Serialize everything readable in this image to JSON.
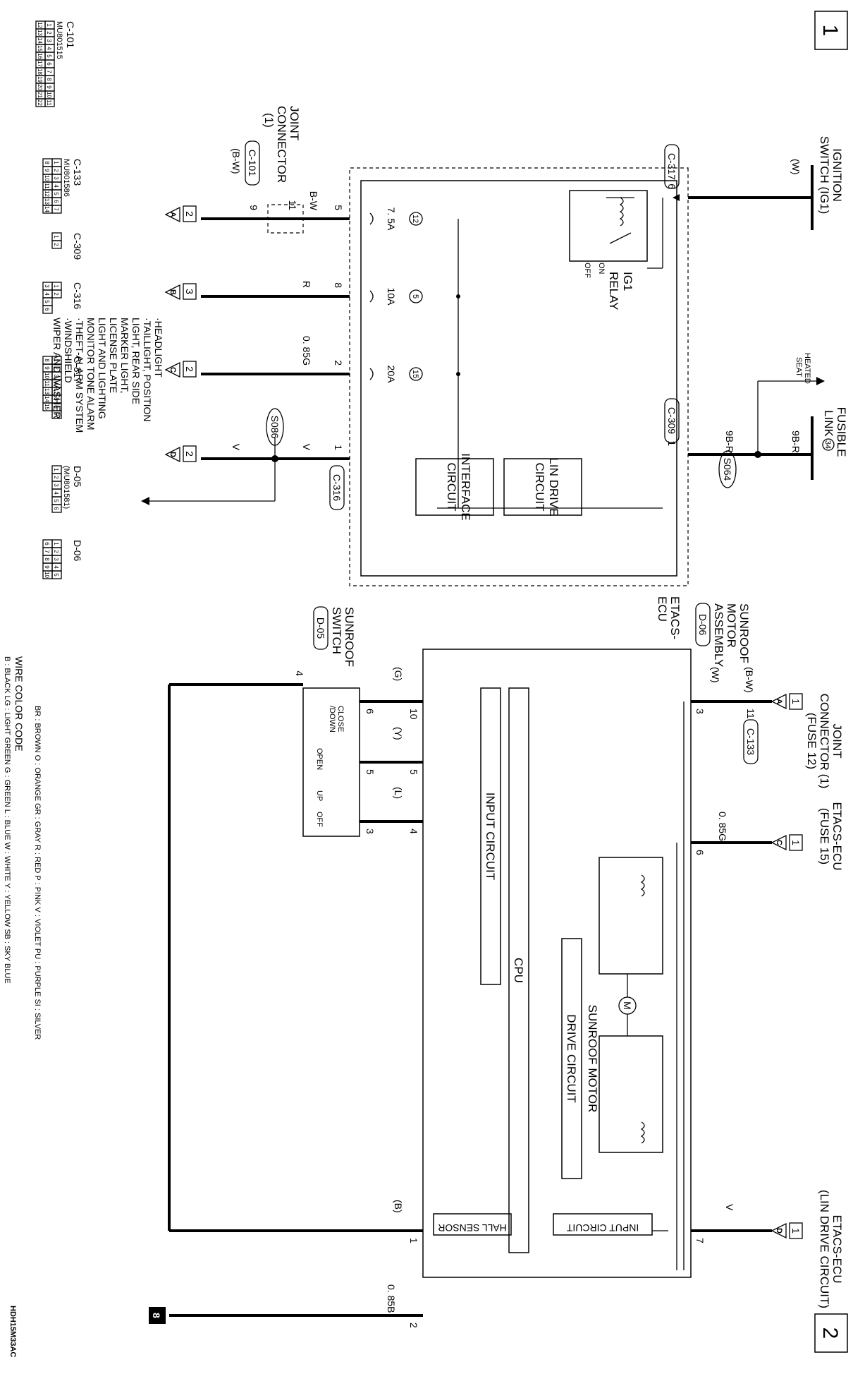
{
  "pages": {
    "left": "1",
    "right": "2"
  },
  "top": {
    "ignition_switch": [
      "IGNITION",
      "SWITCH (IG1)"
    ],
    "fusible_link": [
      "FUSIBLE",
      "LINK",
      "34"
    ],
    "heated_seat": [
      "HEATED",
      "SEAT"
    ],
    "etacs_ecu": [
      "ETACS-",
      "ECU"
    ],
    "ig1_relay": [
      "IG1",
      "RELAY"
    ],
    "relay_on": "ON",
    "relay_off": "OFF",
    "lin_drive": [
      "LIN DRIVE",
      "CIRCUIT"
    ],
    "interface": [
      "INTERFACE",
      "CIRCUIT"
    ],
    "joint_connector": [
      "JOINT",
      "CONNECTOR",
      "(1)"
    ],
    "joint_conn_id": "C-101",
    "joint_conn_wire": "(B-W)",
    "wire_w": "(W)",
    "wire_9br_top": "9B-R",
    "wire_9br": "9B-R",
    "wire_bw": "B-W",
    "wire_r": "R",
    "wire_085g": "0. 85G",
    "wire_v1": "V",
    "wire_v2": "V",
    "splice_s064": "S064",
    "splice_s086": "S086",
    "fuse12": {
      "num": "12",
      "rating": "7. 5A"
    },
    "fuse5": {
      "num": "5",
      "rating": "10A"
    },
    "fuse15": {
      "num": "15",
      "rating": "20A"
    },
    "pin6_c317": "6",
    "c317": "C-317",
    "pin1_c309": "1",
    "c309": "C-309",
    "pin1_c316": "1",
    "c316": "C-316",
    "pin5": "5",
    "pin8": "8",
    "pin2": "2",
    "pin11": "11",
    "pin9": "9",
    "arrows": [
      {
        "num": "2",
        "letter": "A"
      },
      {
        "num": "3",
        "letter": "B"
      },
      {
        "num": "2",
        "letter": "C"
      },
      {
        "num": "2",
        "letter": "D"
      }
    ],
    "feeds": [
      "·HEADLIGHT",
      "·TAILLIGHT, POSITION",
      "LIGHT, REAR SIDE",
      "MARKER LIGHT,",
      "LICENSE PLATE",
      "LIGHT AND LIGHTING",
      "MONITOR TONE ALARM",
      "·THEFT-ALARM SYSTEM",
      "·WINDSHIELD",
      "WIPER AND WASHER"
    ]
  },
  "bottom": {
    "joint_conn": [
      "JOINT",
      "CONNECTOR (1)",
      "(FUSE 12)"
    ],
    "etacs_fuse": [
      "ETACS-ECU",
      "(FUSE 15)"
    ],
    "etacs_lin": [
      "ETACS-ECU",
      "(LIN DRIVE CIRCUIT)"
    ],
    "sunroof_motor_asm": [
      "SUNROOF",
      "MOTOR",
      "ASSEMBLY"
    ],
    "d06": "D-06",
    "sunroof_switch": [
      "SUNROOF",
      "SWITCH"
    ],
    "d05": "D-05",
    "c133": "C-133",
    "input_circuit_top": "INPUT CIRCUIT",
    "input_circuit_left": "INPUT CIRCUIT",
    "cpu": "CPU",
    "hall_sensor": "HALL SENSOR",
    "motor_drive": [
      "SUNROOF MOTOR",
      "DRIVE CIRCUIT"
    ],
    "motor_symbol": "M",
    "close_down": [
      "CLOSE",
      "/DOWN"
    ],
    "open": "OPEN",
    "up": "UP",
    "off": "OFF",
    "wires": {
      "bw": "(B-W)",
      "w": "(W)",
      "085g": "0. 85G",
      "v": "V",
      "g": "(G)",
      "y": "(Y)",
      "l": "(L)",
      "b": "(B)",
      "085b": "0. 85B"
    },
    "pins": {
      "p3": "3",
      "p11": "11",
      "p6": "6",
      "p7": "7",
      "p10": "10",
      "p5": "5",
      "p4": "4",
      "p1": "1",
      "p2": "2",
      "s6": "6",
      "s5": "5",
      "s3": "3",
      "s4": "4"
    },
    "arrows": [
      {
        "num": "1",
        "letter": "A"
      },
      {
        "num": "1",
        "letter": "C"
      },
      {
        "num": "1",
        "letter": "D"
      }
    ],
    "ground": "8"
  },
  "connectors": {
    "c101": {
      "name": "C-101",
      "part": "MU801515",
      "row1": [
        "1",
        "2",
        "3",
        "4",
        "5",
        "6",
        "7",
        "8",
        "9",
        "10",
        "11"
      ],
      "row2": [
        "12",
        "13",
        "14",
        "15",
        "16",
        "17",
        "18",
        "19",
        "20",
        "21",
        "22"
      ]
    },
    "c133": {
      "name": "C-133",
      "part": "MU801586",
      "row1": [
        "1",
        "2",
        "3",
        "4",
        "5",
        "6",
        "7"
      ],
      "row2": [
        "8",
        "9",
        "10",
        "11",
        "12",
        "13",
        "14"
      ]
    },
    "c309": {
      "name": "C-309",
      "row1": [
        "1",
        "2"
      ]
    },
    "c316": {
      "name": "C-316",
      "row1": [
        "1",
        "2"
      ],
      "row2": [
        "3",
        "4",
        "5",
        "6"
      ]
    },
    "c317": {
      "name": "C-317",
      "row1": [
        "1",
        "2",
        "3",
        "4",
        "12",
        "5",
        "6",
        "7"
      ],
      "row2": [
        "8",
        "9",
        "10",
        "11",
        "13",
        "14",
        "15"
      ]
    },
    "d05": {
      "name": "D-05",
      "part": "(MU801581)",
      "row1": [
        "1",
        "2",
        "3",
        "4",
        "5",
        "6"
      ]
    },
    "d06": {
      "name": "D-06",
      "row1": [
        "1",
        "2",
        "3",
        "4",
        "5"
      ],
      "row2": [
        "6",
        "7",
        "8",
        "9",
        "10"
      ]
    }
  },
  "wire_color_code": {
    "title": "WIRE COLOR CODE",
    "line1": "B : BLACK    LG : LIGHT GREEN    G : GREEN    L : BLUE    W : WHITE    Y : YELLOW    SB : SKY BLUE",
    "line2": "BR : BROWN    O : ORANGE    GR : GRAY    R : RED    P : PINK    V : VIOLET    PU : PURPLE    SI : SILVER"
  },
  "doc_code": "HDH15M33AC"
}
